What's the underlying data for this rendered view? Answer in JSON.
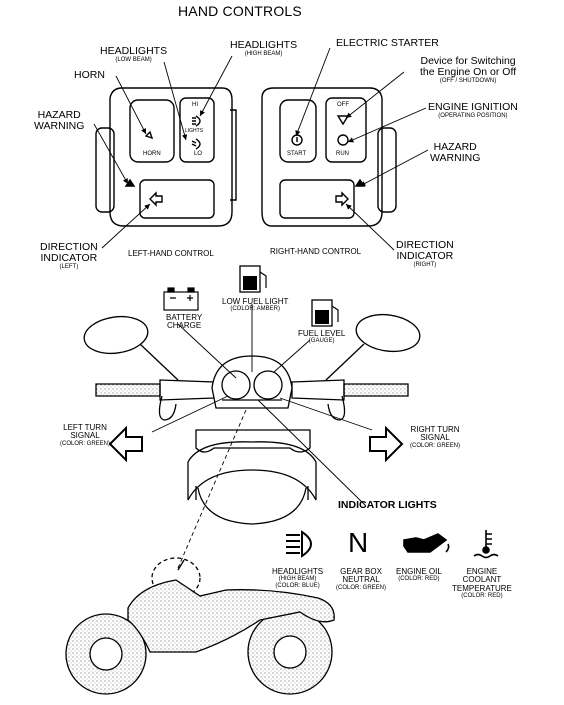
{
  "title": "HAND CONTROLS",
  "left_control": {
    "caption": "LEFT-HAND CONTROL",
    "horn": "HORN",
    "headlights_low": {
      "label": "HEADLIGHTS",
      "sub": "(LOW BEAM)"
    },
    "headlights_high": {
      "label": "HEADLIGHTS",
      "sub": "(HIGH BEAM)"
    },
    "hazard": {
      "line1": "HAZARD",
      "line2": "WARNING"
    },
    "direction": {
      "line1": "DIRECTION",
      "line2": "INDICATOR",
      "sub": "(LEFT)"
    },
    "switch_hi": "HI",
    "switch_lights": "LIGHTS",
    "switch_lo": "LO",
    "switch_horn": "HORN"
  },
  "right_control": {
    "caption": "RIGHT-HAND CONTROL",
    "electric_starter": "ELECTRIC STARTER",
    "kill_switch": {
      "line1": "Device for Switching",
      "line2": "the Engine On or Off",
      "sub": "(OFF / SHUTDOWN)"
    },
    "ignition": {
      "label": "ENGINE IGNITION",
      "sub": "(OPERATING POSITION)"
    },
    "hazard": {
      "line1": "HAZARD",
      "line2": "WARNING"
    },
    "direction": {
      "line1": "DIRECTION",
      "line2": "INDICATOR",
      "sub": "(RIGHT)"
    },
    "switch_off": "OFF",
    "switch_start": "START",
    "switch_run": "RUN"
  },
  "dashboard": {
    "low_fuel": {
      "label": "LOW FUEL LIGHT",
      "sub": "(COLOR: AMBER)"
    },
    "battery": {
      "line1": "BATTERY",
      "line2": "CHARGE"
    },
    "fuel_level": {
      "label": "FUEL LEVEL",
      "sub": "(GAUGE)"
    },
    "left_turn": {
      "line1": "LEFT TURN",
      "line2": "SIGNAL",
      "sub": "(COLOR: GREEN)"
    },
    "right_turn": {
      "line1": "RIGHT TURN",
      "line2": "SIGNAL",
      "sub": "(COLOR: GREEN)"
    },
    "indicator_lights": "INDICATOR LIGHTS"
  },
  "indicators": [
    {
      "icon": "headlight-high-beam-icon",
      "line1": "HEADLIGHTS",
      "sub1": "(HIGH BEAM)",
      "sub2": "(COLOR: BLUE)"
    },
    {
      "icon": "gearbox-neutral-icon",
      "glyph": "N",
      "line1": "GEAR BOX",
      "line2": "NEUTRAL",
      "sub1": "(COLOR: GREEN)"
    },
    {
      "icon": "engine-oil-icon",
      "line1": "ENGINE OIL",
      "sub1": "(COLOR: RED)"
    },
    {
      "icon": "coolant-temperature-icon",
      "line1": "ENGINE",
      "line2": "COOLANT",
      "line3": "TEMPERATURE",
      "sub1": "(COLOR: RED)"
    }
  ],
  "colors": {
    "ink": "#000000",
    "paper": "#ffffff",
    "shade": "#d9d9d9"
  }
}
